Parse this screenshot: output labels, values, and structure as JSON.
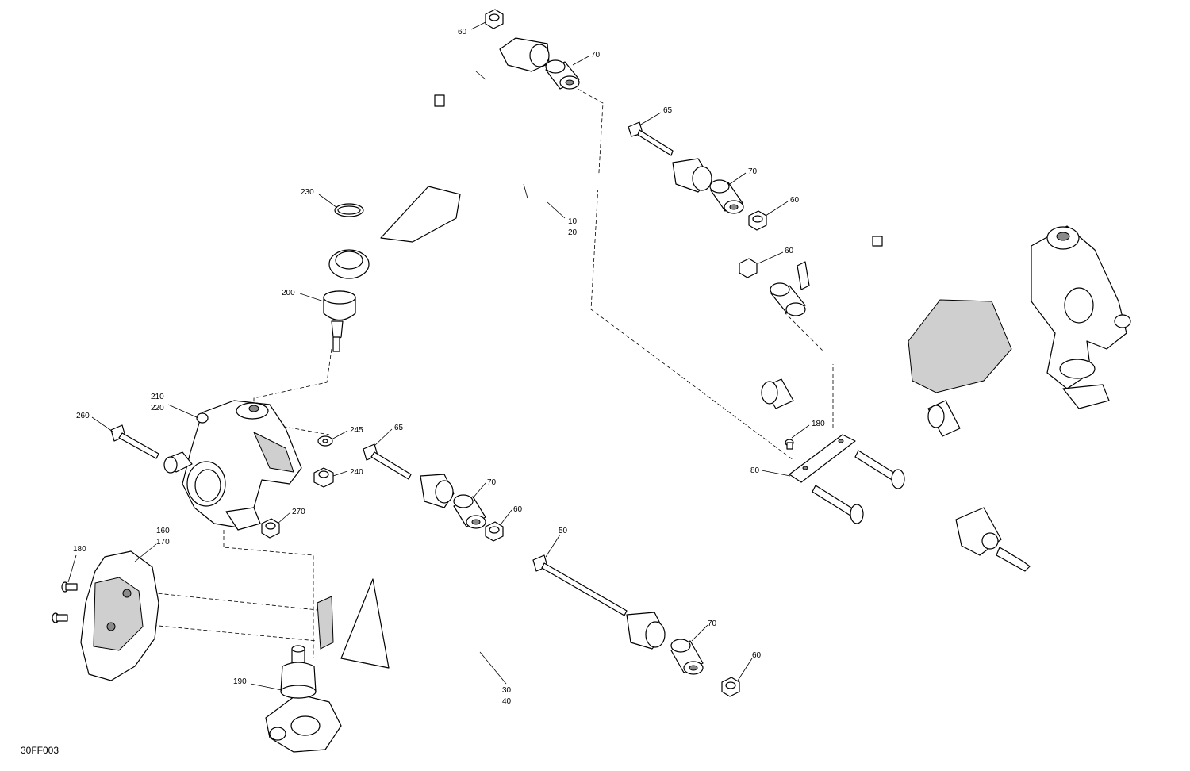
{
  "diagram_code": "30FF003",
  "callouts": {
    "c60_top": "60",
    "c70_top": "70",
    "c65_top": "65",
    "c70_mid": "70",
    "c60_mid": "60",
    "c230": "230",
    "c10": "10",
    "c20": "20",
    "c200": "200",
    "c60_right": "60",
    "c210": "210",
    "c220": "220",
    "c260": "260",
    "c245": "245",
    "c65_low": "65",
    "c240": "240",
    "c70_low": "70",
    "c60_low": "60",
    "c270": "270",
    "c180_right": "180",
    "c80": "80",
    "c160": "160",
    "c170": "170",
    "c180_left": "180",
    "c50": "50",
    "c70_bottom": "70",
    "c60_bottom": "60",
    "c190": "190",
    "c30": "30",
    "c40": "40"
  }
}
